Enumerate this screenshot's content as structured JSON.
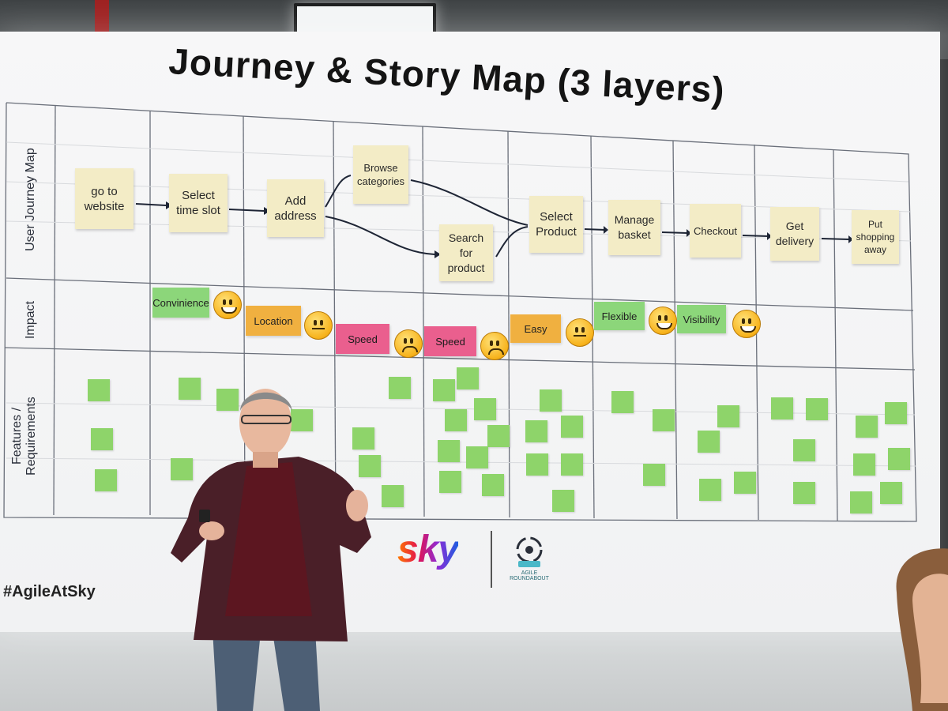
{
  "slide": {
    "title": "Journey & Story Map (3 layers)",
    "row_labels": [
      "User Journey Map",
      "Impact",
      "Features /",
      "Requirements"
    ],
    "journey_steps": [
      "go to\nwebsite",
      "Select\ntime slot",
      "Add\naddress",
      "Browse\ncategories",
      "Search\nfor\nproduct",
      "Select\nProduct",
      "Manage\nbasket",
      "Checkout",
      "Get\ndelivery",
      "Put\nshopping\naway"
    ],
    "impact": [
      {
        "label": "Convinience",
        "color": "green",
        "mood": "happy"
      },
      {
        "label": "Location",
        "color": "orange",
        "mood": "neutral"
      },
      {
        "label": "Speed",
        "color": "pink",
        "mood": "sad"
      },
      {
        "label": "Speed",
        "color": "pink",
        "mood": "sad"
      },
      {
        "label": "Easy",
        "color": "orange",
        "mood": "neutral"
      },
      {
        "label": "Flexible",
        "color": "green",
        "mood": "happy"
      },
      {
        "label": "Visibility",
        "color": "green",
        "mood": "happy"
      }
    ],
    "hashtag": "#AgileAtSky",
    "logos": {
      "sky": "sky",
      "agile_roundabout": "AGILE ROUNDABOUT"
    }
  },
  "colors": {
    "sticky_yellow": "#f3ecc6",
    "impact_green": "#8cd67a",
    "impact_orange": "#f0b040",
    "impact_pink": "#ea5f8e",
    "feature_green": "#8ed46a"
  }
}
